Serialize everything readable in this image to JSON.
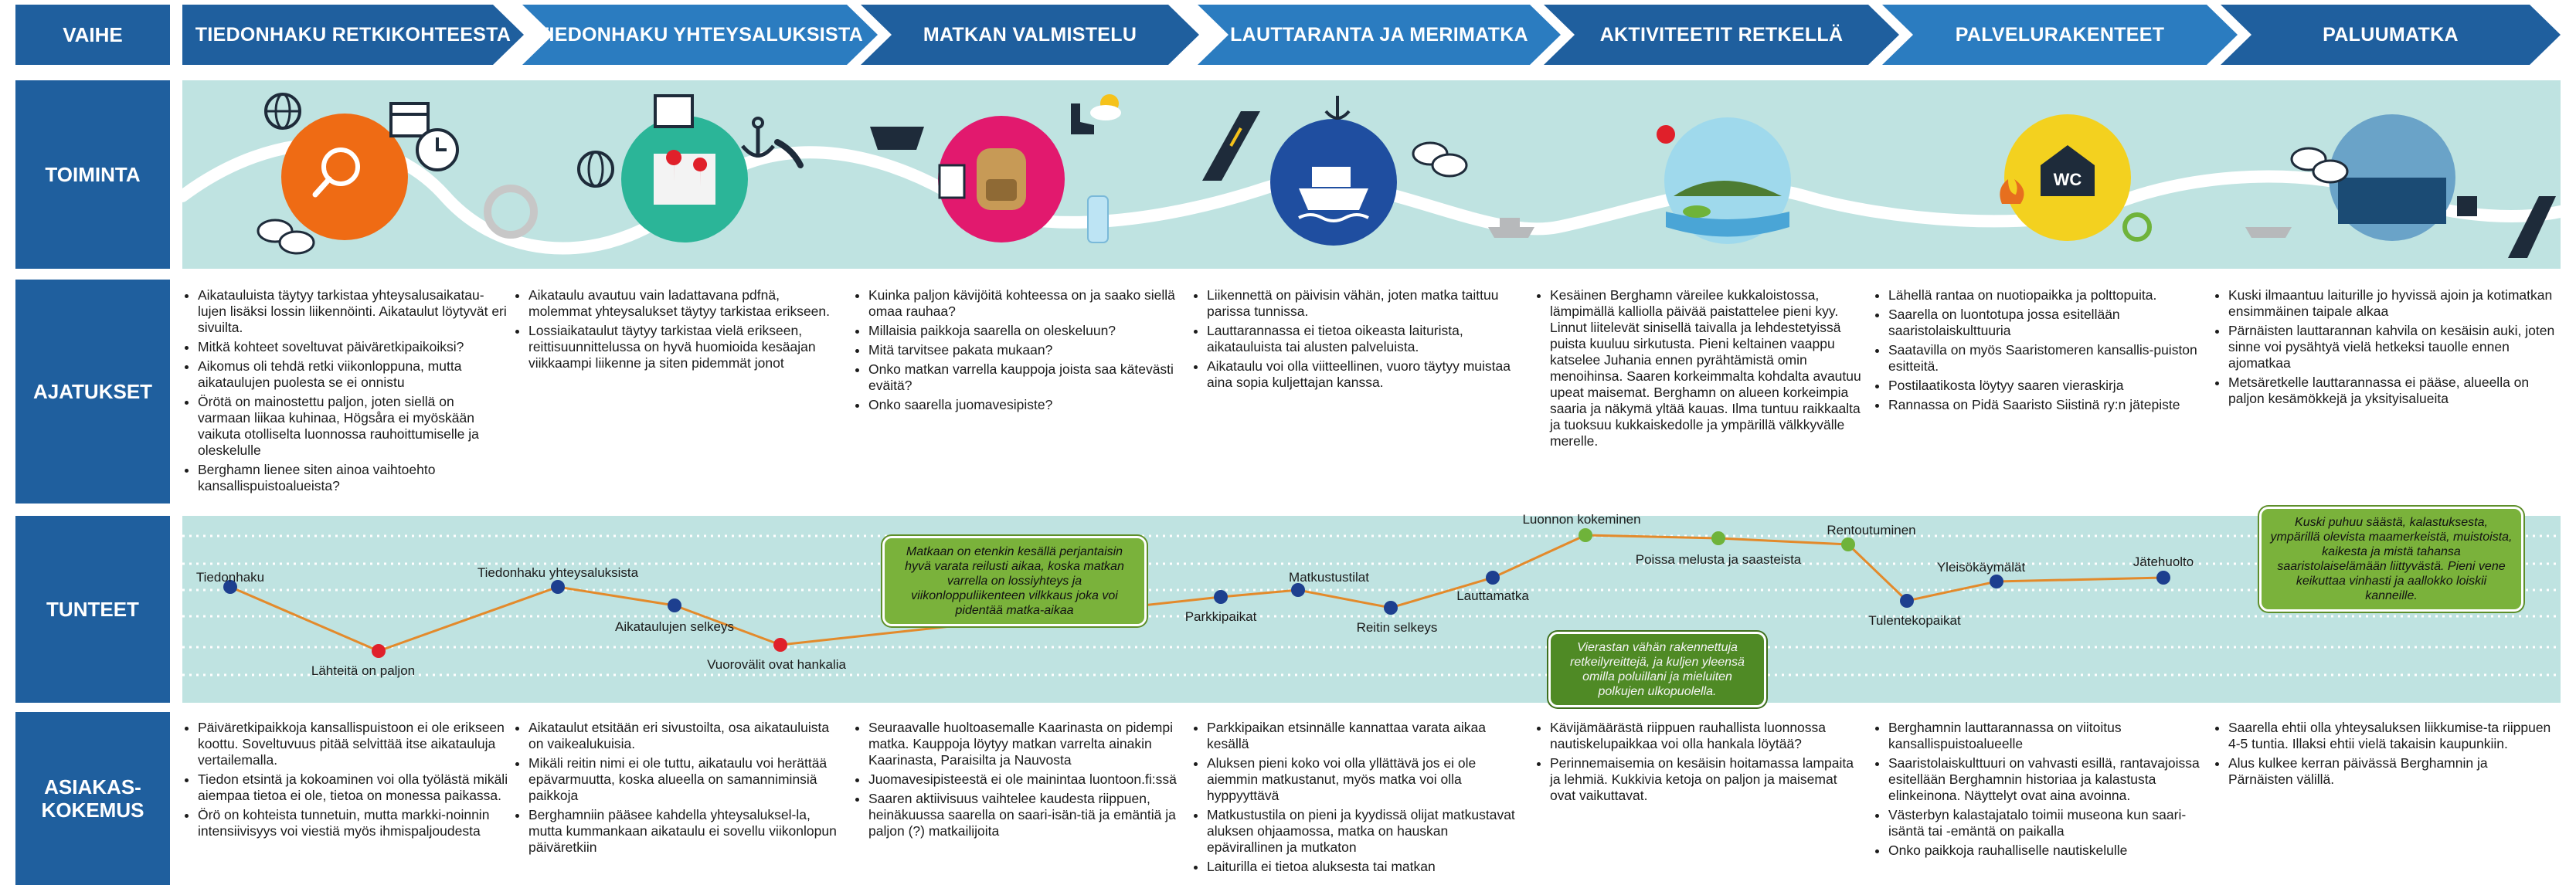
{
  "row_labels": {
    "vaihe": "VAIHE",
    "toiminta": "TOIMINTA",
    "ajatukset": "AJATUKSET",
    "tunteet": "TUNTEET",
    "asiakaskokemus": "ASIAKAS-\nKOKEMUS"
  },
  "phases": [
    "TIEDONHAKU RETKIKOHTEESTA",
    "TIEDONHAKU YHTEYSALUKSISTA",
    "MATKAN VALMISTELU",
    "LAUTTARANTA JA MERIMATKA",
    "AKTIVITEETIT RETKELLÄ",
    "PALVELURAKENTEET",
    "PALUUMATKA"
  ],
  "colors": {
    "label_bg": "#1f5f9e",
    "phase_dark": "#1f5f9e",
    "phase_light": "#2b7cc0",
    "band": "#bfe3e1",
    "node_blue": "#1d3f8f",
    "node_red": "#e0202a",
    "node_green": "#6fb33a",
    "line": "#e38a2b"
  },
  "toiminta": {
    "wc_label": "WC"
  },
  "ajatukset": [
    [
      "Aikatauluista täytyy tarkistaa yhteysalusaikatau-lujen lisäksi lossin liikennöinti. Aikataulut löytyvät eri sivuilta.",
      "Mitkä kohteet soveltuvat päiväretkipaikoiksi?",
      "Aikomus oli tehdä retki viikonloppuna, mutta aikataulujen puolesta se ei onnistu",
      "Örötä on mainostettu paljon, joten siellä on varmaan liikaa kuhinaa, Högsåra ei myöskään vaikuta otolliselta luonnossa rauhoittumiselle ja oleskelulle",
      "Berghamn lienee siten ainoa vaihtoehto kansallispuistoalueista?"
    ],
    [
      "Aikataulu avautuu vain ladattavana pdfnä, molemmat yhteysalukset täytyy tarkistaa erikseen.",
      "Lossiaikataulut täytyy tarkistaa vielä erikseen, reittisuunnittelussa on hyvä huomioida kesäajan viikkaampi liikenne ja siten pidemmät jonot"
    ],
    [
      "Kuinka paljon kävijöitä kohteessa on ja saako siellä omaa rauhaa?",
      "Millaisia paikkoja saarella on oleskeluun?",
      "Mitä tarvitsee pakata mukaan?",
      "Onko matkan varrella kauppoja joista saa kätevästi eväitä?",
      "Onko saarella juomavesipiste?"
    ],
    [
      "Liikennettä on päivisin vähän, joten matka taittuu parissa tunnissa.",
      "Lauttarannassa ei tietoa oikeasta laiturista, aikatauluista tai alusten palveluista.",
      "Aikataulu voi olla viitteellinen, vuoro täytyy muistaa aina sopia kuljettajan kanssa."
    ],
    [
      "Kesäinen Berghamn väreilee kukkaloistossa, lämpimällä kalliolla päivää paistattelee pieni kyy. Linnut liitelevät sinisellä taivalla ja lehdestetyissä puista kuuluu sirkutusta. Pieni keltainen vaappu katselee Juhania ennen pyrähtämistä omin menoihinsa. Saaren korkeimmalta kohdalta avautuu upeat maisemat. Berghamn on alueen korkeimpia saaria ja näkymä yltää kauas.  Ilma tuntuu raikkaalta ja tuoksuu kukkaiskedolle ja ympärillä välkkyvälle merelle."
    ],
    [
      "Lähellä rantaa on nuotiopaikka ja polttopuita.",
      "Saarella on luontotupa jossa esitellään saaristolaiskulttuuria",
      "Saatavilla on myös Saaristomeren kansallis-puiston esitteitä.",
      "Postilaatikosta löytyy saaren vieraskirja",
      "Rannassa on Pidä Saaristo Siistinä ry:n jätepiste"
    ],
    [
      "Kuski ilmaantuu laiturille jo hyvissä ajoin ja kotimatkan ensimmäinen taipale alkaa",
      "Pärnäisten lauttarannan kahvila on kesäisin auki, joten sinne voi pysähtyä vielä hetkeksi tauolle ennen ajomatkaa",
      "Metsäretkelle lauttarannassa ei pääse, alueella on paljon kesämökkejä ja yksityisalueita"
    ]
  ],
  "tunteet": {
    "points": [
      "Tiedonhaku",
      "Lähteitä on paljon",
      "Tiedonhaku yhteysaluksista",
      "Aikataulujen selkeys",
      "Vuorovälit ovat hankalia",
      "Parkkipaikat",
      "Matkustustilat",
      "Reitin selkeys",
      "Lauttamatka",
      "Luonnon kokeminen",
      "Poissa melusta ja saasteista",
      "Rentoutuminen",
      "Tulentekopaikat",
      "Yleisökäymälät",
      "Jätehuolto"
    ],
    "levels": [
      3,
      1,
      3,
      2,
      1,
      2,
      3,
      2,
      3,
      5,
      4,
      4,
      2,
      3,
      3
    ],
    "callouts": [
      "Matkaan on etenkin kesällä perjantaisin hyvä varata reilusti aikaa, koska matkan varrella on lossiyhteys ja viikonloppuliikenteen vilkkaus joka voi pidentää matka-aikaa",
      "Vierastan vähän rakennettuja retkeilyreittejä, ja kuljen yleensä omilla poluillani ja mieluiten polkujen ulkopuolella.",
      "Kuski puhuu säästä, kalastuksesta, ympärillä olevista maamerkeistä, muistoista, kaikesta ja mistä tahansa saaristolaiselämään liittyvästä. Pieni vene keikuttaa vinhasti ja aallokko loiskii kanneille."
    ]
  },
  "asiakaskokemus": [
    [
      "Päiväretkipaikkoja kansallispuistoon ei ole erikseen koottu. Soveltuvuus pitää selvittää itse aikatauluja vertailemalla.",
      "Tiedon etsintä ja kokoaminen voi olla työlästä mikäli aiempaa tietoa ei ole, tietoa on monessa paikassa.",
      "Örö on kohteista tunnetuin, mutta markki-noinnin intensiivisyys voi viestiä myös ihmispaljoudesta"
    ],
    [
      "Aikataulut etsitään eri sivustoilta, osa aikatauluista on vaikealukuisia.",
      "Mikäli reitin nimi ei ole tuttu, aikataulu voi herättää epävarmuutta, koska alueella on samanniminsiä paikkoja",
      "Berghamniin pääsee kahdella yhteysaluksel-la, mutta kummankaan aikataulu ei sovellu viikonlopun päiväretkiin"
    ],
    [
      "Seuraavalle huoltoasemalle Kaarinasta on pidempi matka. Kauppoja löytyy matkan varrelta ainakin Kaarinasta, Paraisilta ja Nauvosta",
      "Juomavesipisteestä ei ole mainintaa luontoon.fi:ssä",
      "Saaren aktiivisuus vaihtelee kaudesta riippuen, heinäkuussa saarella on saari-isän-tiä ja emäntiä ja paljon (?) matkailijoita"
    ],
    [
      "Parkkipaikan etsinnälle kannattaa varata aikaa kesällä",
      "Aluksen pieni koko voi olla yllättävä jos ei ole aiemmin matkustanut, myös matka voi olla hyppyyttävä",
      "Matkustustila on pieni ja kyydissä olijat matkustavat aluksen ohjaamossa, matka on hauskan epävirallinen ja mutkaton",
      "Laiturilla ei tietoa aluksesta tai matkan"
    ],
    [
      "Kävijämäärästä riippuen rauhallista luonnossa nautiskelupaikkaa voi olla hankala löytää?",
      "Perinnemaisemia on kesäisin hoitamassa lampaita ja lehmiä. Kukkivia ketoja on paljon ja maisemat ovat vaikuttavat."
    ],
    [
      "Berghamnin lauttarannassa on viitoitus kansallispuistoalueelle",
      "Saaristolaiskulttuuri on vahvasti esillä, rantavajoissa esitellään Berghamnin historiaa ja kalastusta elinkeinona. Näyttelyt ovat aina avoinna.",
      "Västerbyn kalastajatalo toimii museona kun saari-isäntä tai -emäntä on paikalla",
      "Onko paikkoja rauhalliselle nautiskelulle"
    ],
    [
      "Saarella ehtii olla yhteysaluksen liikkumise-ta riippuen 4-5 tuntia. Illaksi ehtii vielä takaisin kaupunkiin.",
      "Alus kulkee kerran päivässä Berghamnin ja Pärnäisten välillä."
    ]
  ]
}
